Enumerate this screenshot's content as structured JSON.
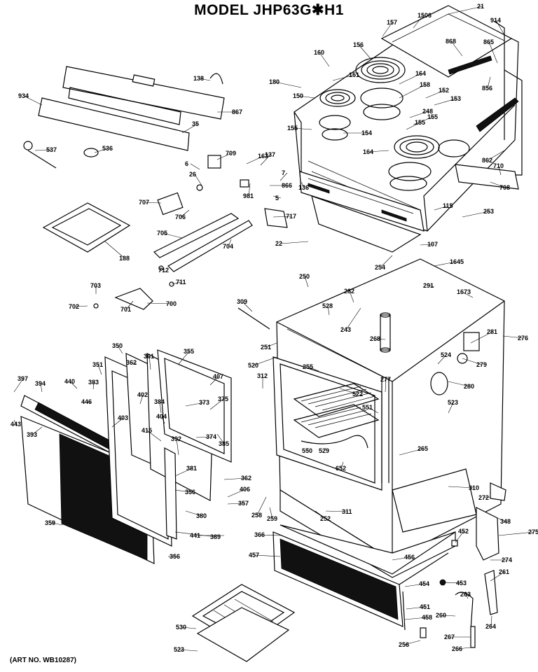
{
  "title": "MODEL JHP63G✱H1",
  "art_number": "(ART NO. WB10287)",
  "callouts": [
    "21",
    "914",
    "157",
    "1506",
    "868",
    "865",
    "160",
    "156",
    "138",
    "180",
    "151",
    "164",
    "158",
    "856",
    "150",
    "152",
    "153",
    "934",
    "867",
    "155",
    "35",
    "154",
    "248",
    "155",
    "155",
    "164",
    "537",
    "536",
    "709",
    "163",
    "137",
    "7",
    "6",
    "866",
    "862",
    "710",
    "708",
    "26",
    "981",
    "136",
    "5",
    "707",
    "706",
    "717",
    "115",
    "253",
    "188",
    "705",
    "704",
    "22",
    "107",
    "712",
    "254",
    "1645",
    "711",
    "250",
    "291",
    "703",
    "1673",
    "702",
    "701",
    "700",
    "309",
    "282",
    "528",
    "243",
    "276",
    "268",
    "281",
    "350",
    "355",
    "251",
    "351",
    "362",
    "361",
    "524",
    "407",
    "520",
    "255",
    "279",
    "397",
    "394",
    "312",
    "277",
    "440",
    "383",
    "402",
    "373",
    "522",
    "280",
    "446",
    "384",
    "375",
    "404",
    "523",
    "403",
    "551",
    "443",
    "415",
    "393",
    "374",
    "385",
    "392",
    "265",
    "550",
    "529",
    "652",
    "381",
    "362",
    "356",
    "406",
    "357",
    "311",
    "310",
    "272",
    "359",
    "258",
    "259",
    "252",
    "380",
    "389",
    "441",
    "348",
    "275",
    "452",
    "356",
    "366",
    "457",
    "456",
    "454",
    "274",
    "453",
    "451",
    "261",
    "263",
    "458",
    "260",
    "264",
    "530",
    "267",
    "256",
    "523",
    "266"
  ],
  "icons": [
    "exploded-parts-diagram"
  ]
}
